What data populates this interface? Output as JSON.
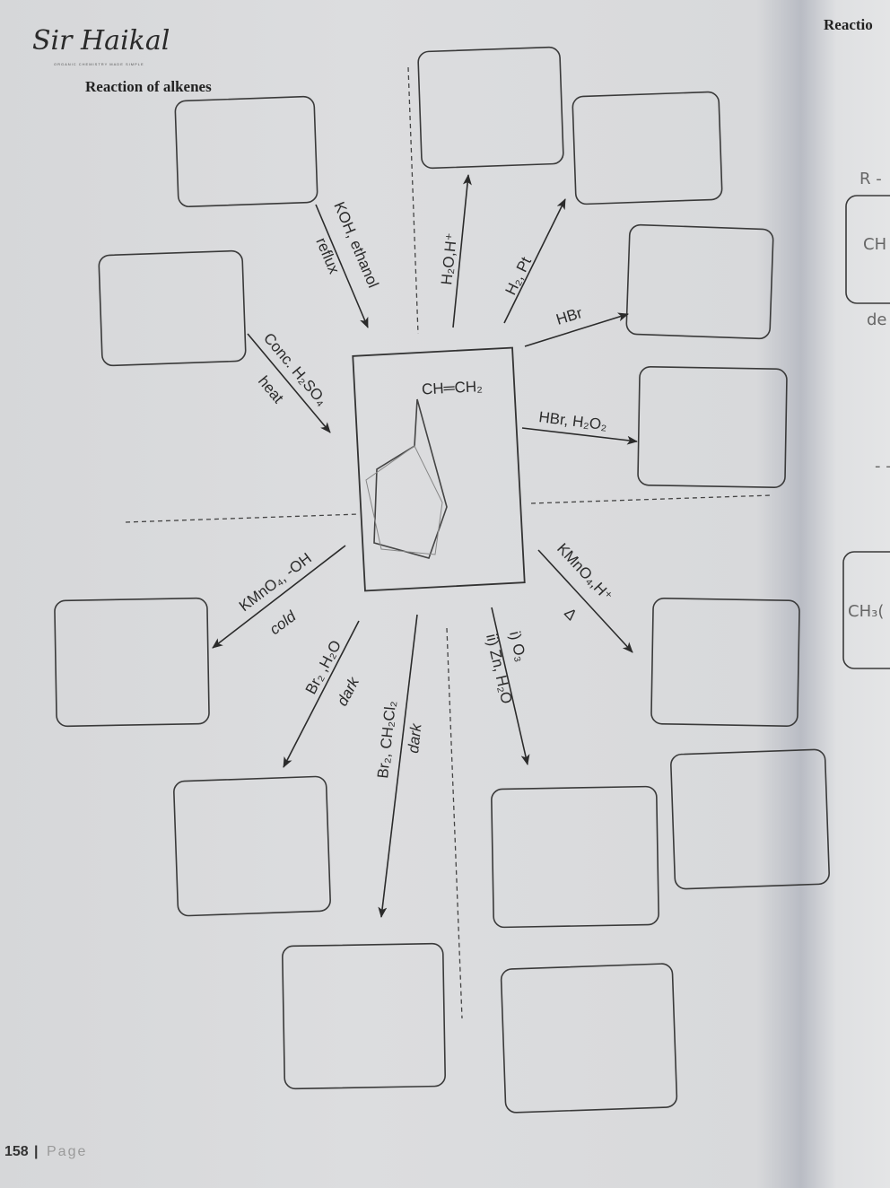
{
  "header": {
    "brand": "Sir Haikal",
    "tagline": "ORGANIC CHEMISTRY MADE SIMPLE",
    "title": "Reaction of alkenes"
  },
  "center": {
    "formula": "CH═CH₂"
  },
  "reagents": {
    "koh": {
      "line1": "KOH, ethanol",
      "line2": "reflux"
    },
    "h2so4": {
      "line1": "Conc. H₂SO₄",
      "line2": "heat"
    },
    "hydration": {
      "line1": "H₂O,H⁺"
    },
    "hydrogenation": {
      "line1": "H₂, Pt"
    },
    "hbr": {
      "line1": "HBr"
    },
    "hbr_peroxide": {
      "line1": "HBr, H₂O₂"
    },
    "kmno4_cold": {
      "line1": "KMnO₄, -OH",
      "line2": "cold"
    },
    "br2_water": {
      "line1": "Br₂ ,H₂O",
      "line2": "dark"
    },
    "br2_ch2cl2": {
      "line1": "Br₂, CH₂Cl₂",
      "line2": "dark"
    },
    "ozonolysis": {
      "line1": "i) O₃",
      "line2": "ii) Zn, H₂O"
    },
    "kmno4_hot": {
      "line1": "KMnO₄,H⁺",
      "line2": "Δ"
    }
  },
  "right_page": {
    "title": "Reactio",
    "r": "R -",
    "ch": "CH",
    "de": "de",
    "dash": "- -",
    "ch3": "CH₃("
  },
  "footer": {
    "page_number": "158",
    "separator": "|",
    "page_word": "Page"
  }
}
